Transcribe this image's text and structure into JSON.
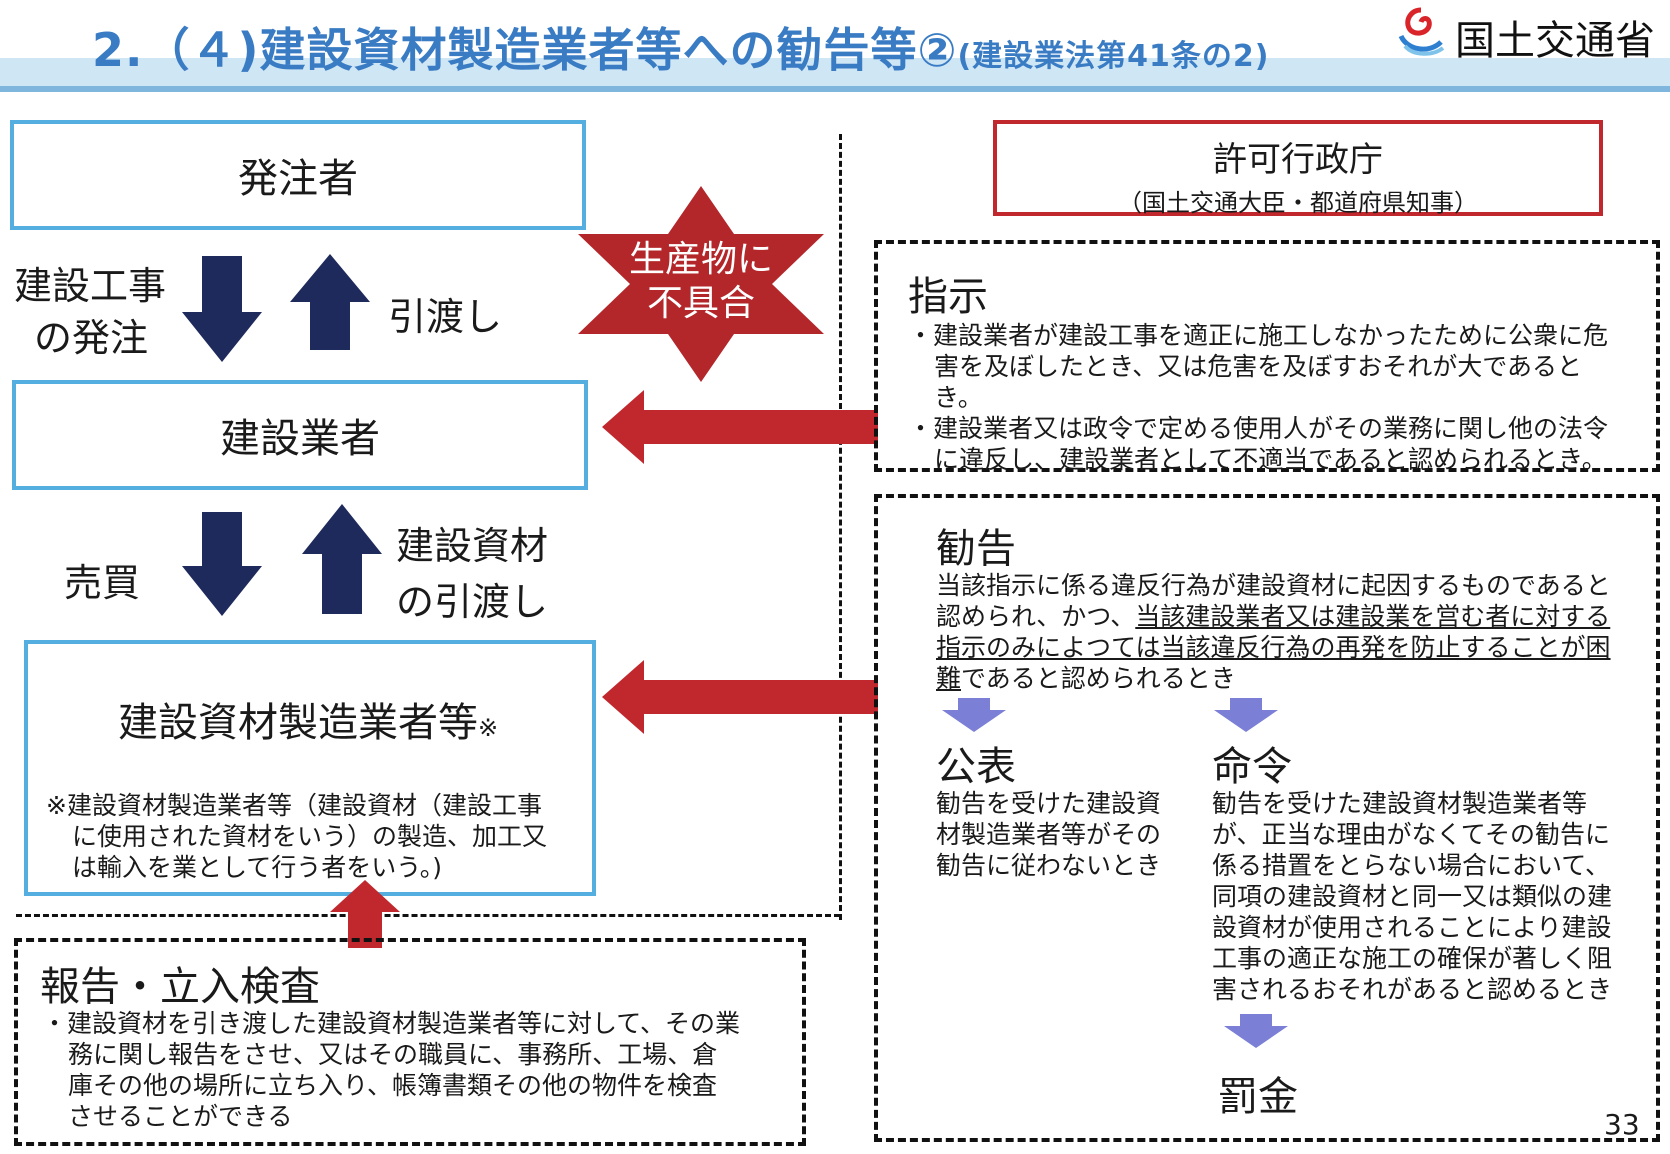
{
  "header": {
    "title_main": "2.（４)建設資材製造業者等への勧告等②",
    "title_sub": "(建設業法第41条の2)",
    "logo_text": "国土交通省"
  },
  "left": {
    "orderer": "発注者",
    "order_label_1": "建設工事",
    "order_label_2": "の発注",
    "handover_label": "引渡し",
    "contractor": "建設業者",
    "sale_label": "売買",
    "material_handover_1": "建設資材",
    "material_handover_2": "の引渡し",
    "manufacturer": "建設資材製造業者等",
    "manufacturer_mark": "※",
    "manufacturer_note_1": "※建設資材製造業者等（建設資材（建設工事",
    "manufacturer_note_2": "に使用された資材をいう）の製造、加工又",
    "manufacturer_note_3": "は輸入を業として行う者をいう。)"
  },
  "star": {
    "line1": "生産物に",
    "line2": "不具合"
  },
  "authority": {
    "name": "許可行政庁",
    "sub": "（国土交通大臣・都道府県知事）"
  },
  "instruction": {
    "heading": "指示",
    "b1_line1": "・建設業者が建設工事を適正に施工しなかったために公衆に危",
    "b1_line2": "害を及ぼしたとき、又は危害を及ぼすおそれが大であると",
    "b1_line3": "き。",
    "b2_line1": "・建設業者又は政令で定める使用人がその業務に関し他の法令",
    "b2_line2": "に違反し、建設業者として不適当であると認められるとき。"
  },
  "recommendation": {
    "heading": "勧告",
    "l1": "当該指示に係る違反行為が建設資材に起因するものであると",
    "l2a": "認められ、かつ、",
    "l2b": "当該建設業者又は建設業を営む者に対する",
    "l3": "指示のみによつては当該違反行為の再発を防止することが困",
    "l4a": "難",
    "l4b": "であると認められるとき"
  },
  "publication": {
    "heading": "公表",
    "l1": "勧告を受けた建設資",
    "l2": "材製造業者等がその",
    "l3": "勧告に従わないとき"
  },
  "order": {
    "heading": "命令",
    "l1": "勧告を受けた建設資材製造業者等",
    "l2": "が、正当な理由がなくてその勧告に",
    "l3": "係る措置をとらない場合において、",
    "l4": "同項の建設資材と同一又は類似の建",
    "l5": "設資材が使用されることにより建設",
    "l6": "工事の適正な施工の確保が著しく阻",
    "l7": "害されるおそれがあると認めるとき"
  },
  "fine": {
    "heading": "罰金"
  },
  "inspection": {
    "heading": "報告・立入検査",
    "l1": "・建設資材を引き渡した建設資材製造業者等に対して、その業",
    "l2": "務に関し報告をさせ、又はその職員に、事務所、工場、倉",
    "l3": "庫その他の場所に立ち入り、帳簿書類その他の物件を検査",
    "l4": "させることができる"
  },
  "page_number": "33",
  "colors": {
    "title_blue": "#3a7cc4",
    "box_blue": "#55aee0",
    "navy_arrow": "#1f2a5c",
    "red": "#c0282d",
    "star_red": "#b3262a",
    "small_arrow": "#7b7fd6"
  }
}
